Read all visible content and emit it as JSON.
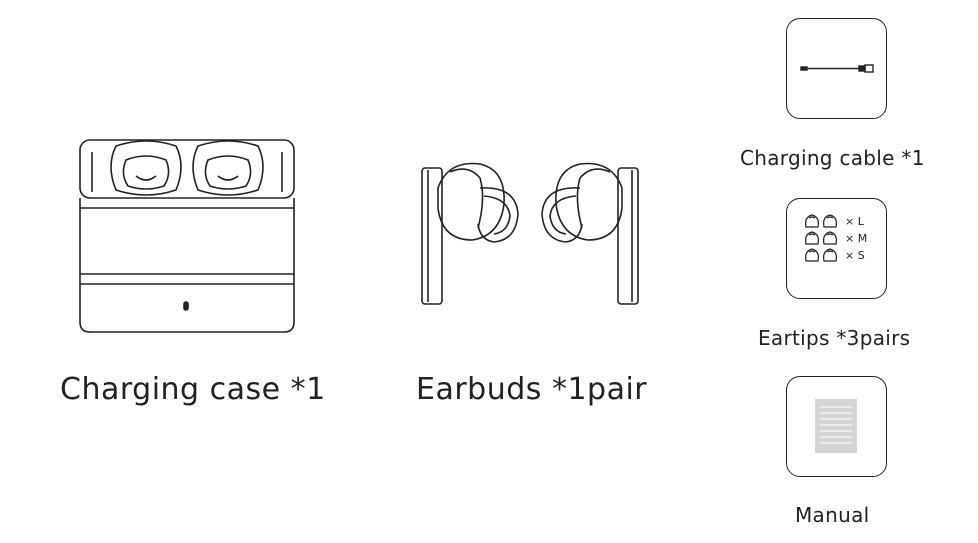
{
  "items": {
    "case": {
      "label": "Charging case *1",
      "icon": "charging-case-icon"
    },
    "earbuds": {
      "label": "Earbuds *1pair",
      "icon": "earbuds-icon"
    },
    "cable": {
      "label": "Charging cable *1",
      "icon": "usb-cable-icon"
    },
    "eartips": {
      "label": "Eartips *3pairs",
      "icon": "eartips-icon",
      "sizes": [
        {
          "mult": "× L"
        },
        {
          "mult": "× M"
        },
        {
          "mult": "× S"
        }
      ]
    },
    "manual": {
      "label": "Manual",
      "icon": "manual-document-icon"
    }
  }
}
